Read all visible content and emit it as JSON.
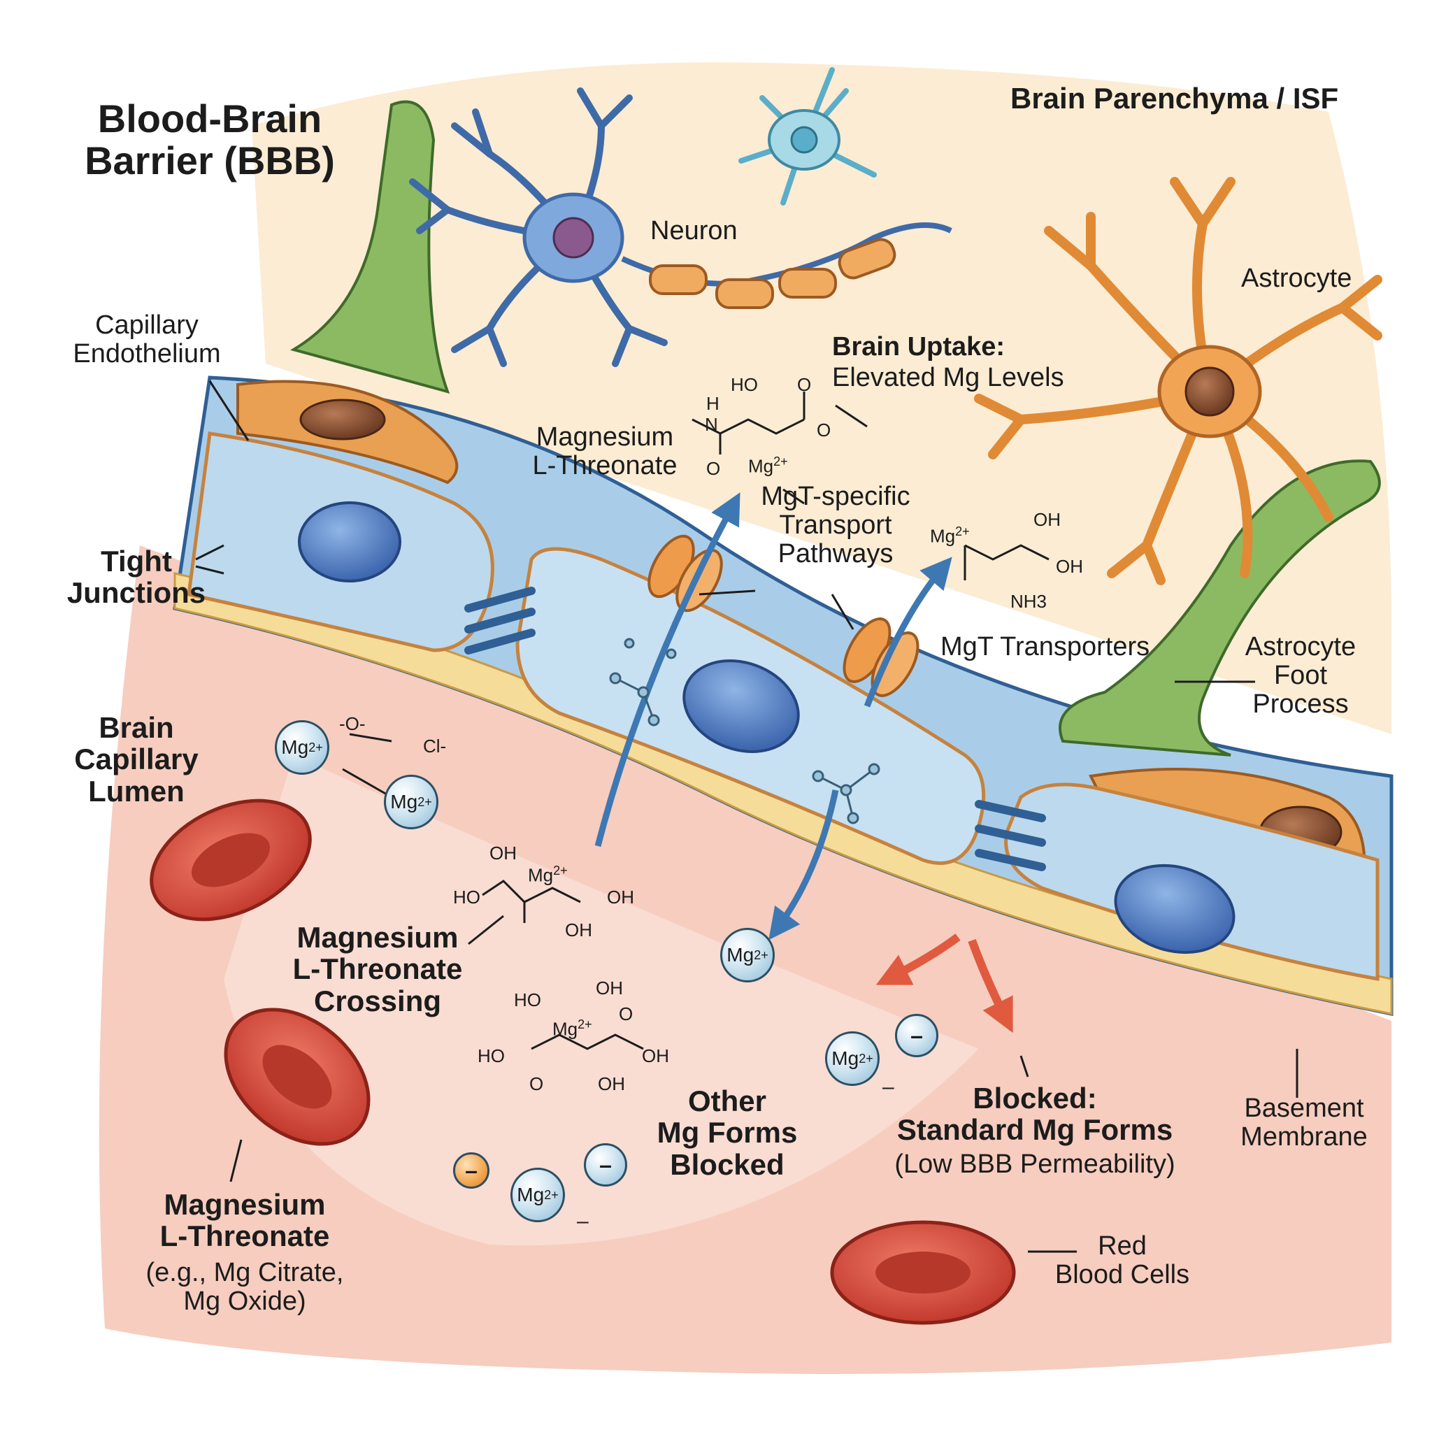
{
  "title": "Blood-Brain\nBarrier (BBB)",
  "regions": {
    "parenchyma": "Brain Parenchyma / ISF",
    "lumen": "Brain\nCapillary\nLumen"
  },
  "labels": {
    "neuron": "Neuron",
    "astrocyte": "Astrocyte",
    "capillary_endothelium": "Capillary\nEndothelium",
    "tight_junctions": "Tight\nJunctions",
    "brain_uptake_title": "Brain Uptake:",
    "brain_uptake_desc": "Elevated Mg Levels",
    "mgt_molecule": "Magnesium\nL-Threonate",
    "mgt_pathways": "MgT-specific\nTransport\nPathways",
    "mgt_transporters": "MgT Transporters",
    "foot_process": "Astrocyte\nFoot\nProcess",
    "crossing": "Magnesium\nL-Threonate\nCrossing",
    "other_blocked": "Other\nMg Forms\nBlocked",
    "blocked_title": "Blocked:\nStandard Mg Forms",
    "blocked_desc": "(Low BBB Permeability)",
    "basement_membrane": "Basement\nMembrane",
    "red_blood_cells": "Red\nBlood Cells",
    "bottom_left_title": "Magnesium\nL-Threonate",
    "bottom_left_desc": "(e.g., Mg Citrate,\nMg Oxide)"
  },
  "chemistry": {
    "mg_ion": "Mg2+",
    "mg_base": "Mg",
    "mg_charge": "2+",
    "minus": "–",
    "oxide_label": "-O-",
    "chloride_label": "Cl-",
    "hydroxyl": "OH",
    "hydroxyl_left": "HO",
    "carbonyl_o": "O",
    "amine_h": "H",
    "amine_n": "N",
    "ammonium": "NH3"
  },
  "colors": {
    "blood": "#f6c9ba",
    "parenchyma": "#fbecd3",
    "endothelium": "#a9cde8",
    "pericyte": "#e9a052",
    "astrocyte": "#ec9a47",
    "neuron": "#5a8cc4",
    "foot_process": "#7dab58",
    "rbc": "#d84c3e",
    "transport_arrow": "#3d78b3",
    "blocked_arrow": "#e05a3f"
  }
}
